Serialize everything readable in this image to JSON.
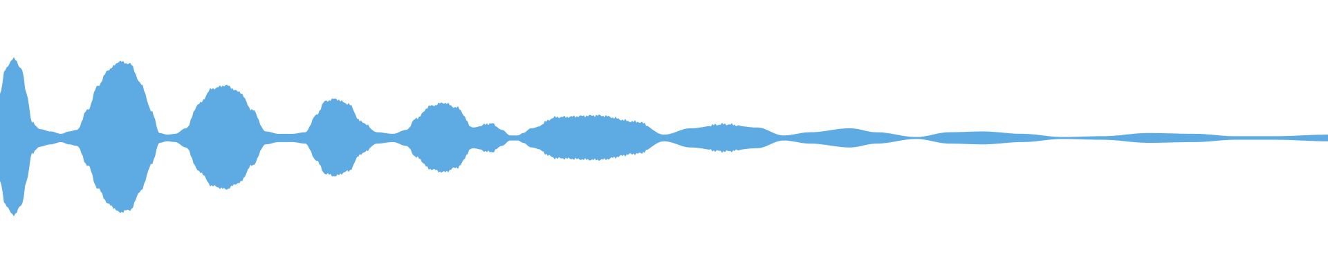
{
  "chart_data": {
    "type": "area",
    "xlim": [
      0,
      1
    ],
    "ylim": [
      -1,
      1
    ],
    "grid": false,
    "legend": "none",
    "color": "#5dabe2",
    "series": [
      {
        "x": [
          0.0,
          0.004,
          0.01,
          0.016,
          0.02,
          0.024,
          0.03,
          0.038,
          0.046,
          0.052,
          0.058,
          0.066,
          0.074,
          0.082,
          0.09,
          0.098,
          0.106,
          0.114,
          0.12,
          0.126,
          0.132,
          0.14,
          0.15,
          0.16,
          0.17,
          0.18,
          0.19,
          0.2,
          0.21,
          0.22,
          0.23,
          0.238,
          0.245,
          0.252,
          0.262,
          0.272,
          0.284,
          0.296,
          0.306,
          0.314,
          0.324,
          0.334,
          0.344,
          0.356,
          0.37,
          0.378,
          0.384,
          0.39,
          0.394,
          0.4,
          0.42,
          0.45,
          0.48,
          0.5,
          0.52,
          0.545,
          0.57,
          0.59,
          0.61,
          0.64,
          0.66,
          0.69,
          0.715,
          0.74,
          0.77,
          0.8,
          0.83,
          0.865,
          0.9,
          0.93,
          0.96,
          1.0
        ],
        "amplitude": [
          0.55,
          0.86,
          1.0,
          0.88,
          0.55,
          0.19,
          0.11,
          0.08,
          0.05,
          0.08,
          0.1,
          0.35,
          0.66,
          0.86,
          0.96,
          0.93,
          0.68,
          0.34,
          0.06,
          0.04,
          0.05,
          0.12,
          0.43,
          0.62,
          0.66,
          0.58,
          0.35,
          0.08,
          0.05,
          0.05,
          0.07,
          0.28,
          0.46,
          0.49,
          0.43,
          0.2,
          0.07,
          0.05,
          0.1,
          0.25,
          0.4,
          0.44,
          0.38,
          0.13,
          0.18,
          0.1,
          0.03,
          0.03,
          0.06,
          0.12,
          0.26,
          0.28,
          0.2,
          0.04,
          0.12,
          0.17,
          0.13,
          0.03,
          0.07,
          0.12,
          0.07,
          0.01,
          0.07,
          0.08,
          0.05,
          0.01,
          0.02,
          0.06,
          0.05,
          0.02,
          0.02,
          0.04
        ]
      }
    ]
  }
}
